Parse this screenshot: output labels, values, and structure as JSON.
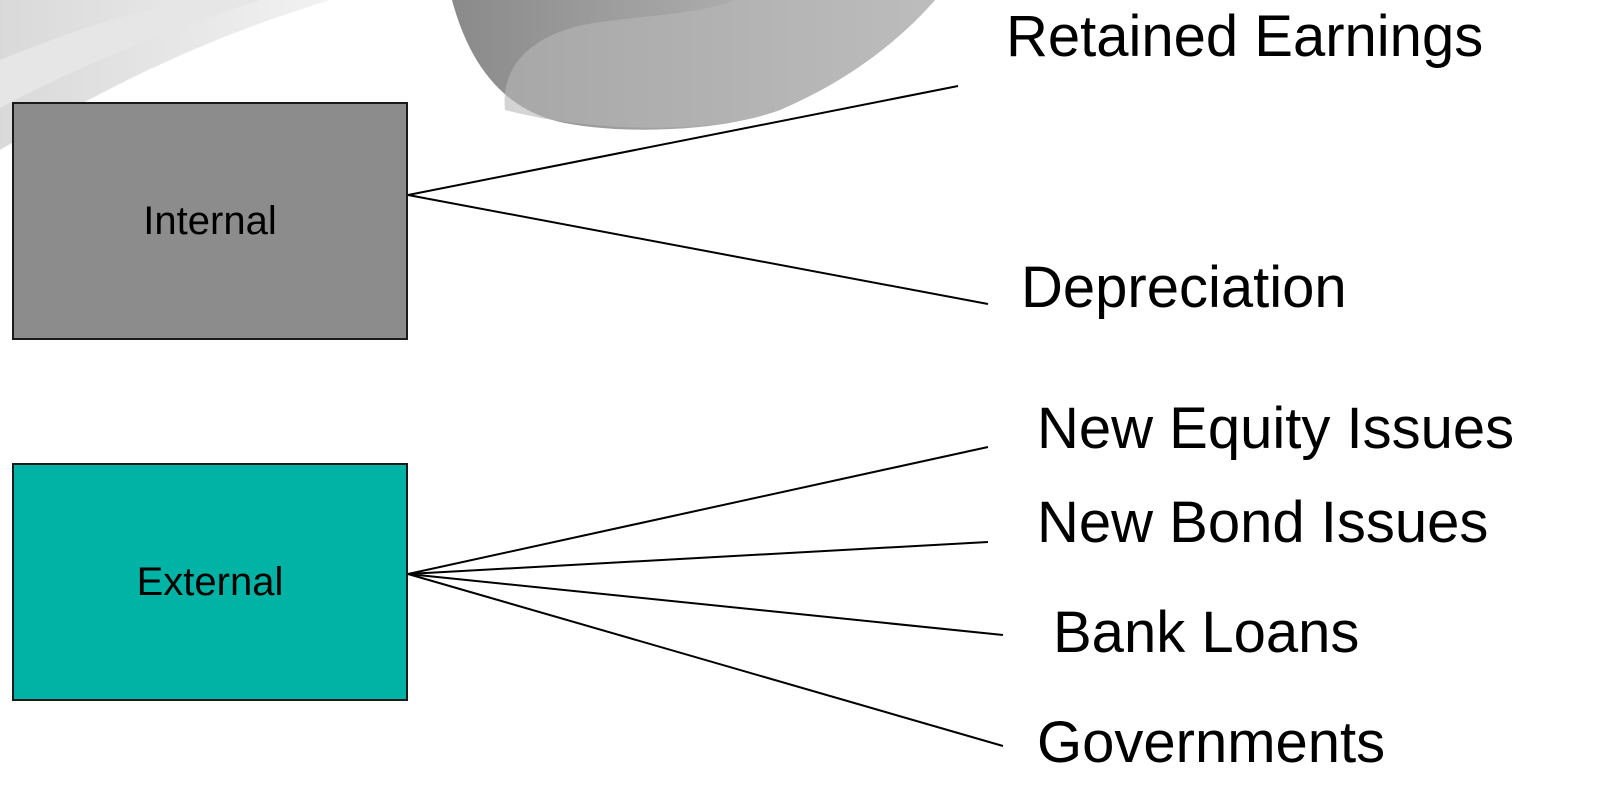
{
  "colors": {
    "internal_fill": "#8c8c8c",
    "external_fill": "#00b3a4",
    "line": "#000000"
  },
  "nodes": {
    "internal": "Internal",
    "external": "External"
  },
  "internal_sources": [
    "Retained Earnings",
    "Depreciation"
  ],
  "external_sources": [
    "New Equity Issues",
    "New Bond Issues",
    "Bank Loans",
    "Governments"
  ]
}
